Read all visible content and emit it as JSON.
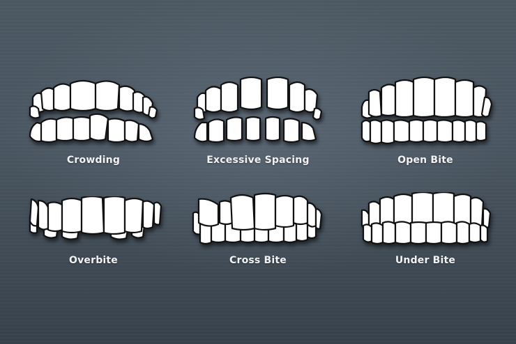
{
  "background": {
    "color_top": "#4b5761",
    "color_bottom": "#36414b",
    "texture": "brushed-metal"
  },
  "items": [
    {
      "id": "crowding",
      "label": "Crowding",
      "icon": "crowding-teeth-icon"
    },
    {
      "id": "excessive-spacing",
      "label": "Excessive Spacing",
      "icon": "excessive-spacing-teeth-icon"
    },
    {
      "id": "open-bite",
      "label": "Open Bite",
      "icon": "open-bite-teeth-icon"
    },
    {
      "id": "overbite",
      "label": "Overbite",
      "icon": "overbite-teeth-icon"
    },
    {
      "id": "cross-bite",
      "label": "Cross Bite",
      "icon": "cross-bite-teeth-icon"
    },
    {
      "id": "under-bite",
      "label": "Under Bite",
      "icon": "under-bite-teeth-icon"
    }
  ],
  "colors": {
    "tooth_fill": "#ffffff",
    "tooth_outline": "#111111",
    "label_text": "#f1f3f5"
  }
}
